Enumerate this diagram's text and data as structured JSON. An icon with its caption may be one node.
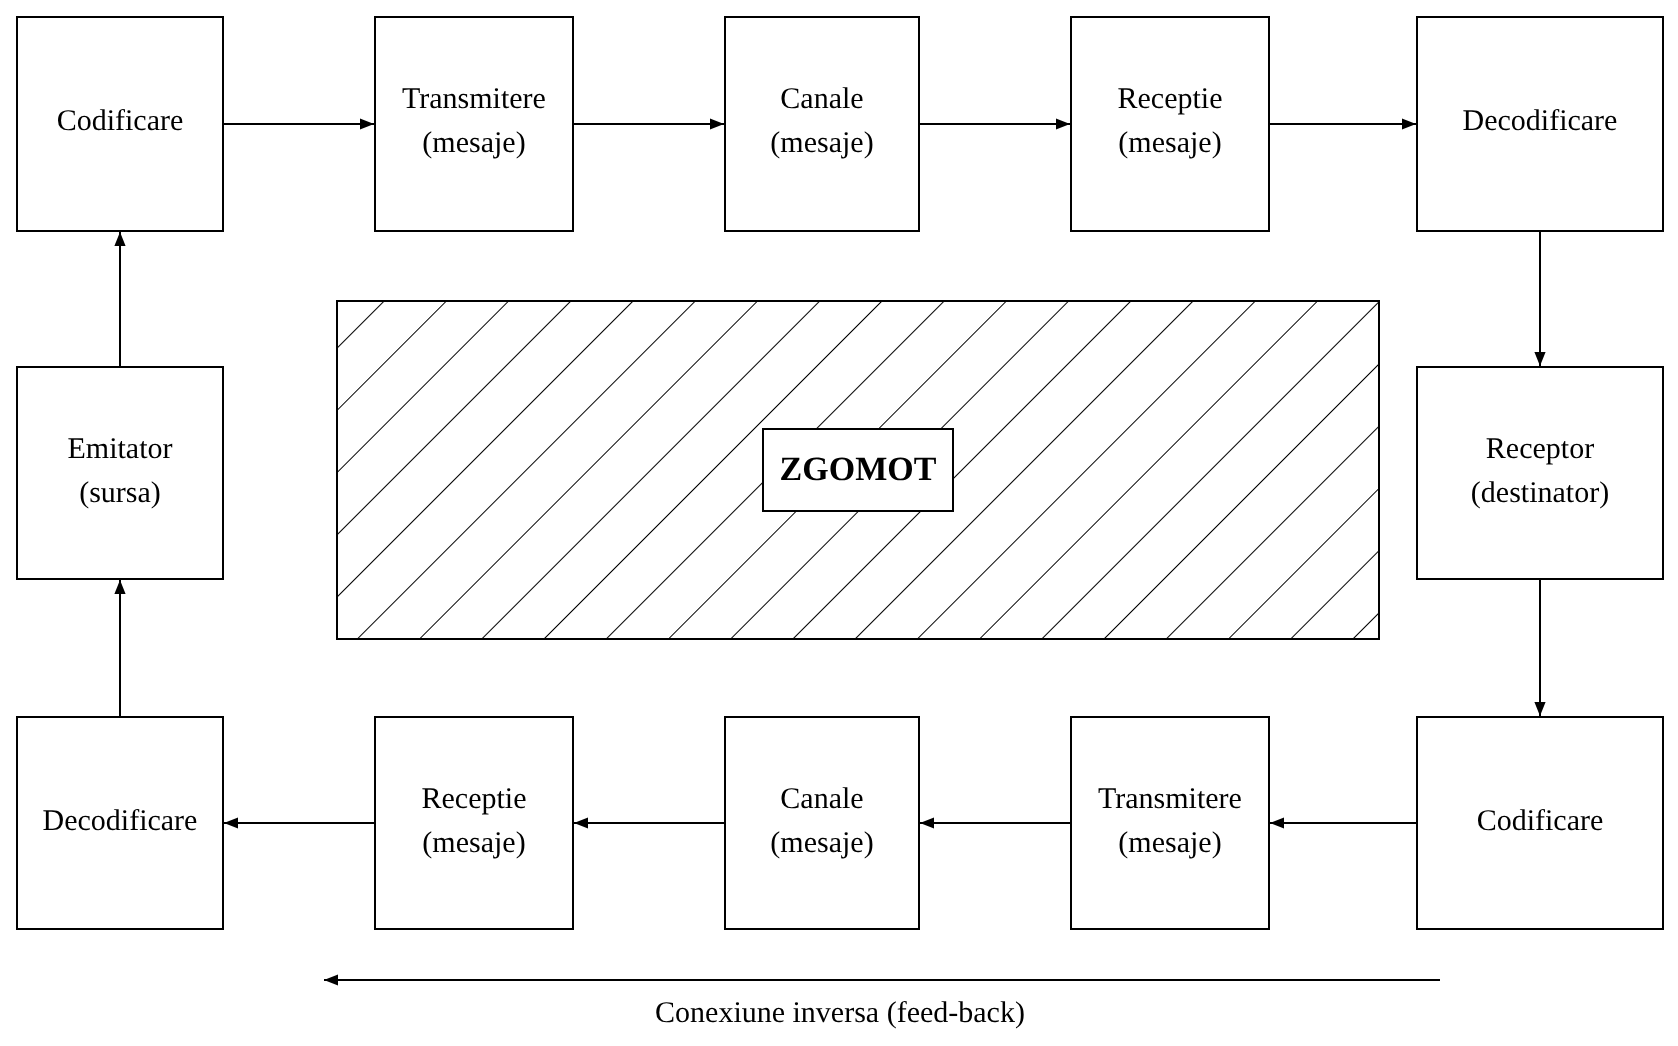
{
  "diagram": {
    "nodes": [
      {
        "text": [
          "Codificare"
        ]
      },
      {
        "text": [
          "Transmitere (mesaje)"
        ]
      },
      {
        "text": [
          "Canale (mesaje)"
        ]
      },
      {
        "text": [
          "Receptie (mesaje)"
        ]
      },
      {
        "text": [
          "Decodificare"
        ]
      },
      {
        "text": [
          "Emitator (sursa)"
        ]
      },
      {
        "text": [
          "ZGOMOT"
        ]
      },
      {
        "text": [
          "Receptor (destinator)"
        ]
      },
      {
        "text": [
          "Decodificare"
        ]
      },
      {
        "text": [
          "Receptie (mesaje)"
        ]
      },
      {
        "text": [
          "Canale (mesaje)"
        ]
      },
      {
        "text": [
          "Transmitere (mesaje)"
        ]
      },
      {
        "text": [
          "Codificare"
        ]
      }
    ],
    "edges": [
      {
        "from": 0,
        "to": 1,
        "arrow": "to"
      },
      {
        "from": 1,
        "to": 2,
        "arrow": "to"
      },
      {
        "from": 2,
        "to": 3,
        "arrow": "to"
      },
      {
        "from": 3,
        "to": 4,
        "arrow": "to"
      },
      {
        "from": 4,
        "to": 7,
        "arrow": "to"
      },
      {
        "from": 7,
        "to": 12,
        "arrow": "to"
      },
      {
        "from": 12,
        "to": 11,
        "arrow": "to"
      },
      {
        "from": 11,
        "to": 10,
        "arrow": "to"
      },
      {
        "from": 10,
        "to": 9,
        "arrow": "to"
      },
      {
        "from": 9,
        "to": 8,
        "arrow": "to"
      },
      {
        "from": 8,
        "to": 5,
        "arrow": "to"
      },
      {
        "from": 5,
        "to": 0,
        "arrow": "to"
      }
    ],
    "labels": [
      "Conexiune inversa (feed-back)"
    ]
  }
}
